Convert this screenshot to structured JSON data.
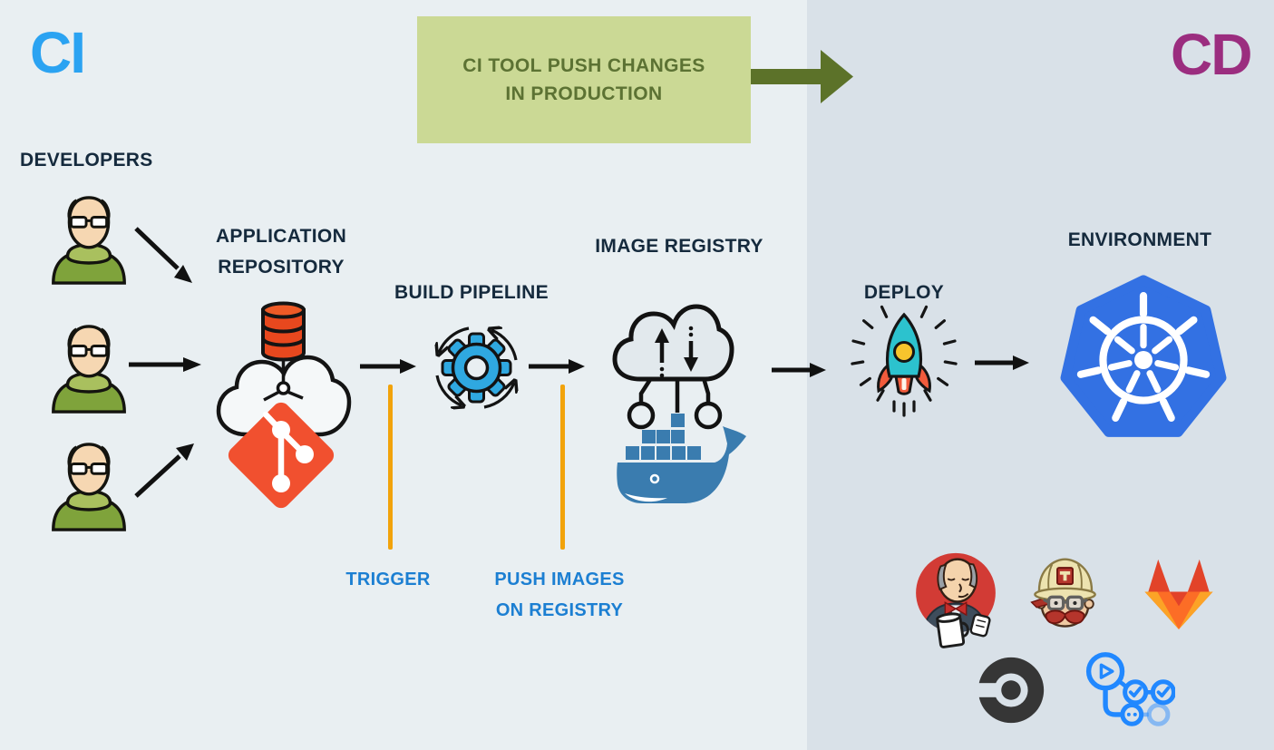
{
  "titles": {
    "ci": "CI",
    "cd": "CD"
  },
  "banner": {
    "line1": "CI TOOL PUSH CHANGES",
    "line2": "IN PRODUCTION"
  },
  "developers_label": "DEVELOPERS",
  "nodes": {
    "repository": {
      "line1": "APPLICATION",
      "line2": "REPOSITORY"
    },
    "build_pipeline": {
      "label": "BUILD PIPELINE"
    },
    "image_registry": {
      "label": "IMAGE REGISTRY"
    },
    "deploy": {
      "label": "DEPLOY"
    },
    "environment": {
      "label": "ENVIRONMENT"
    }
  },
  "annotations": {
    "trigger": "TRIGGER",
    "push_line1": "PUSH IMAGES",
    "push_line2": "ON REGISTRY"
  },
  "tool_icons": [
    "jenkins-logo",
    "travis-ci-logo",
    "gitlab-logo",
    "circleci-logo",
    "github-actions-logo"
  ],
  "colors": {
    "ci_background": "#E9EFF2",
    "cd_background": "#D9E1E8",
    "ci_accent": "#2BA3F2",
    "cd_accent": "#9B2D7F",
    "banner_background": "#CBD995",
    "banner_text": "#5C7233",
    "banner_arrow": "#5C7229",
    "label_dark": "#152A3D",
    "annotation_blue": "#1C7FD2",
    "connector_yellow": "#F2A30B",
    "git_orange": "#F1502F",
    "docker_blue": "#3A7CAF",
    "kubernetes_blue": "#3371E3",
    "gear_blue": "#2FA8E0"
  }
}
